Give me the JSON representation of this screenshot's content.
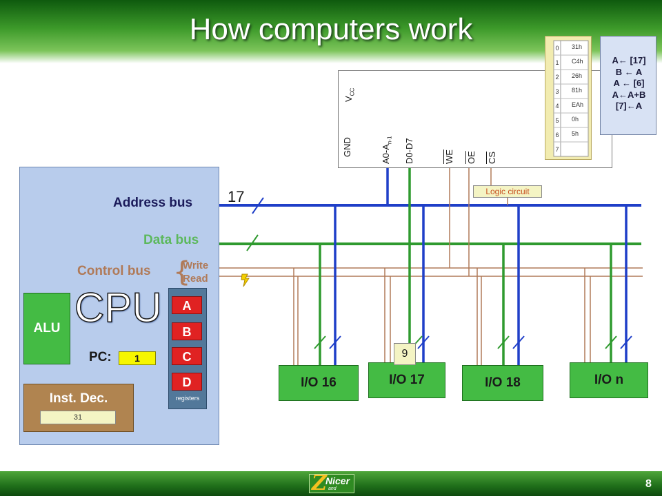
{
  "title": "How computers work",
  "cpu": {
    "label": "CPU",
    "alu": "ALU",
    "pc_label": "PC:",
    "pc_value": "1",
    "registers": [
      "A",
      "B",
      "C",
      "D"
    ],
    "registers_label": "registers",
    "inst_dec_label": "Inst. Dec.",
    "inst_dec_value": "31"
  },
  "buses": {
    "address": "Address bus",
    "data": "Data bus",
    "control": "Control bus",
    "write": "Write",
    "read": "Read",
    "address_width": "17"
  },
  "io_devices": [
    {
      "label": "I/O 16"
    },
    {
      "label": "I/O 17",
      "value": "9"
    },
    {
      "label": "I/O 18"
    },
    {
      "label": "I/O n"
    }
  ],
  "memory_pins": {
    "vcc": "V",
    "vcc_sub": "CC",
    "gnd": "GND",
    "addr": "A0-A",
    "addr_sub": "n-1",
    "data": "D0-D7",
    "we": "WE",
    "oe": "OE",
    "cs": "CS"
  },
  "logic_circuit": "Logic circuit",
  "memory_table": {
    "addresses": [
      "0",
      "1",
      "2",
      "3",
      "4",
      "5",
      "6",
      "7"
    ],
    "values": [
      "31h",
      "C4h",
      "26h",
      "81h",
      "EAh",
      "0h",
      "5h",
      ""
    ]
  },
  "program": [
    "A← [17]",
    "B ← A",
    "A ← [6]",
    "A←A+B",
    "[7]←A"
  ],
  "footer": {
    "logo_letter": "Z",
    "logo_text": "Nicer",
    "logo_sub": "and",
    "page_number": "8"
  },
  "colors": {
    "address_bus": "#1f3fc8",
    "data_bus": "#2f9a2f",
    "control_bus": "#b07a58",
    "device_green": "#44bb44",
    "register_red": "#e02222"
  }
}
